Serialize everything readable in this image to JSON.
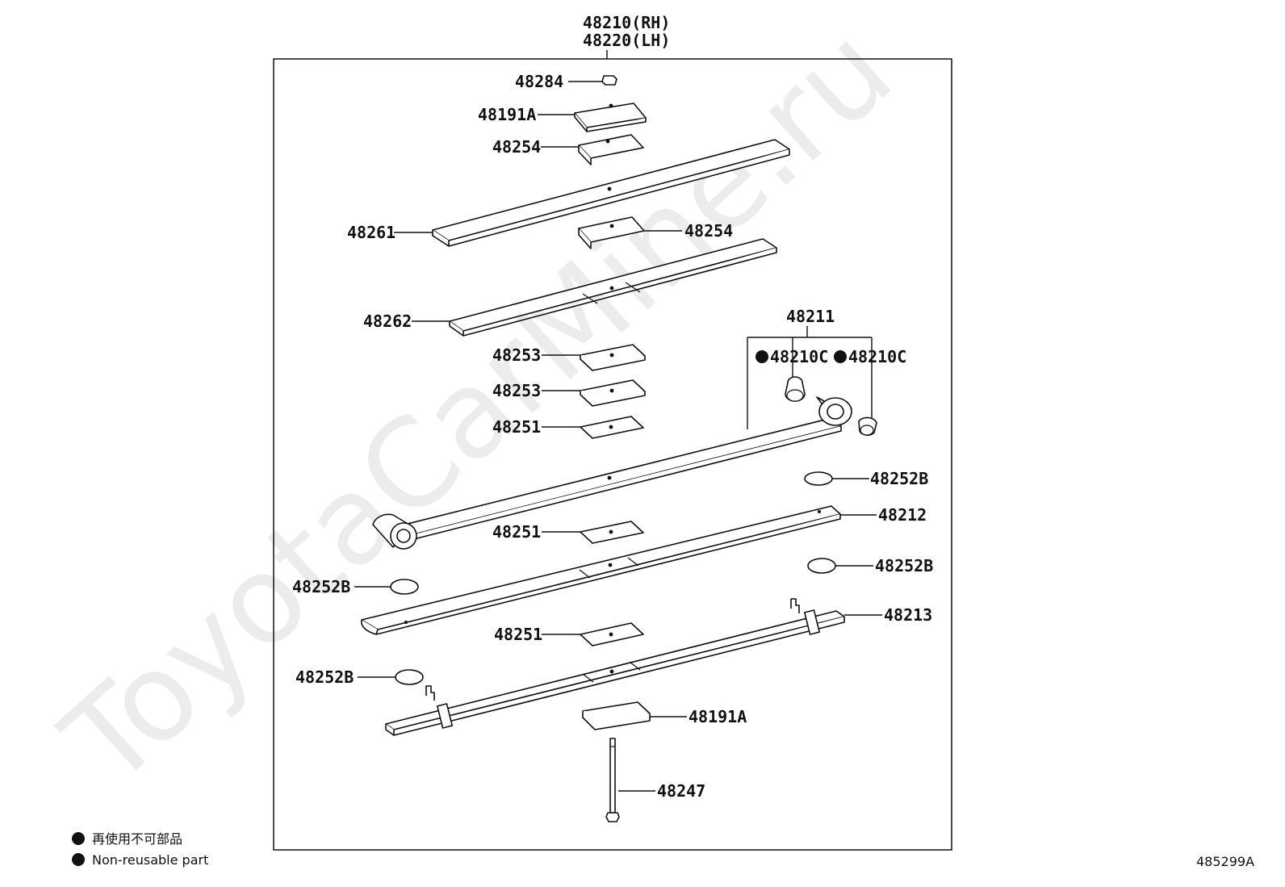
{
  "watermark": "ToyotaCarMine.ru",
  "header": {
    "rh": "48210(RH)",
    "lh": "48220(LH)"
  },
  "labels": {
    "p48284": "48284",
    "p48191a_top": "48191A",
    "p48254_top": "48254",
    "p48261": "48261",
    "p48254_mid": "48254",
    "p48262": "48262",
    "p48211": "48211",
    "p48210c_left": "48210C",
    "p48210c_right": "48210C",
    "p48253_a": "48253",
    "p48253_b": "48253",
    "p48251_a": "48251",
    "p48252b_a": "48252B",
    "p48251_b": "48251",
    "p48212": "48212",
    "p48252b_b": "48252B",
    "p48252b_c": "48252B",
    "p48213": "48213",
    "p48251_c": "48251",
    "p48252b_d": "48252B",
    "p48191a_bot": "48191A",
    "p48247": "48247"
  },
  "legend": {
    "jp": "再使用不可部品",
    "en": "Non-reusable part"
  },
  "diagram_code": "485299A"
}
